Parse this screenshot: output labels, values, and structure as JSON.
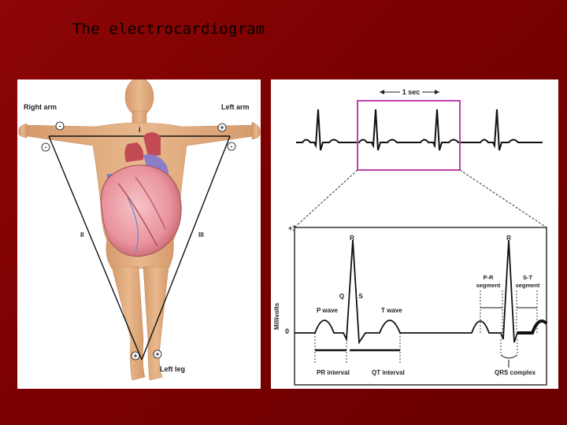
{
  "slide": {
    "title": "The electrocardiogram"
  },
  "body_diagram": {
    "right_arm": "Right arm",
    "left_arm": "Left arm",
    "left_leg": "Left leg",
    "lead_1": "I",
    "lead_2": "II",
    "lead_3": "III",
    "minus": "-",
    "plus": "+"
  },
  "ecg_diagram": {
    "time_scale": "1 sec",
    "y_max": "+1",
    "y_zero": "0",
    "y_label": "Millivolts",
    "waves": {
      "r": "R",
      "q": "Q",
      "s": "S",
      "p_wave": "P wave",
      "t_wave": "T wave",
      "pr_segment_1": "P-R",
      "pr_segment_2": "segment",
      "st_segment_1": "S-T",
      "st_segment_2": "segment"
    },
    "intervals": {
      "pr_interval": "PR interval",
      "qt_interval": "QT interval",
      "qrs_complex": "QRS complex"
    },
    "colors": {
      "highlight": "#c040b0",
      "trace": "#111111"
    }
  }
}
